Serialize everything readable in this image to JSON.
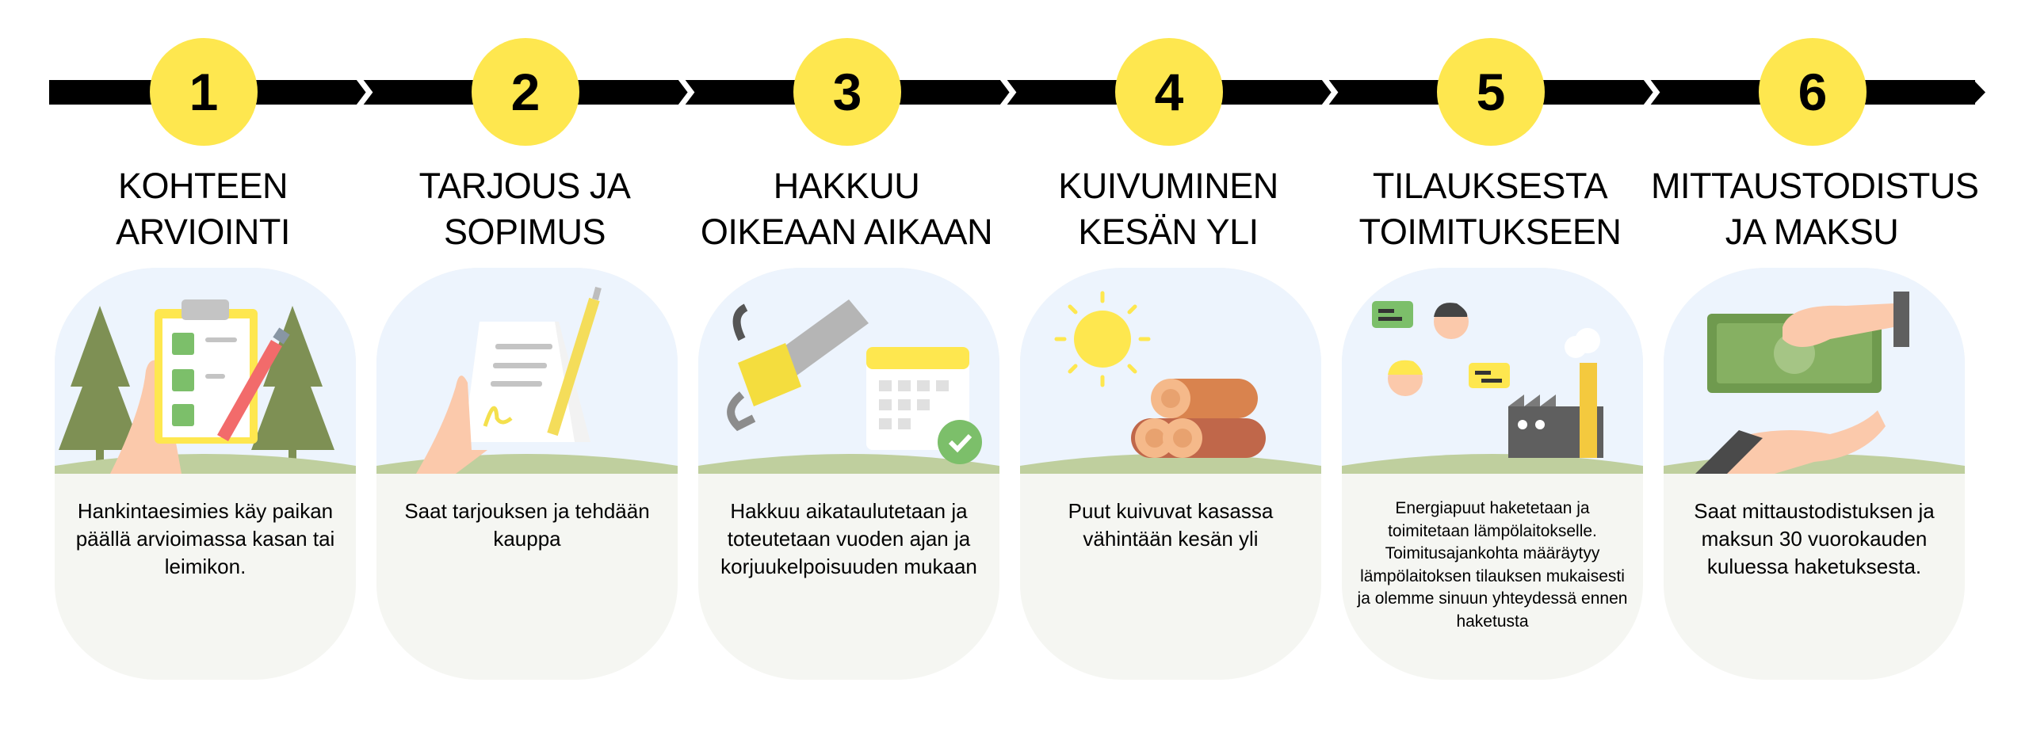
{
  "colors": {
    "bar": "#000000",
    "circle": "#FEE74F",
    "sky": "#EDF4FD",
    "ground": "#BFCF9E",
    "card": "#F5F6F2"
  },
  "steps": [
    {
      "number": "1",
      "title_lines": [
        "KOHTEEN",
        "ARVIOINTI"
      ],
      "description": "Hankintaesimies käy paikan päällä arvioimassa kasan tai leimikon.",
      "icon": "clipboard-checklist-forest-icon"
    },
    {
      "number": "2",
      "title_lines": [
        "TARJOUS JA",
        "SOPIMUS"
      ],
      "description": "Saat tarjouksen ja tehdään kauppa",
      "icon": "signed-contract-pen-icon"
    },
    {
      "number": "3",
      "title_lines": [
        "HAKKUU",
        "OIKEAAN AIKAAN"
      ],
      "description": "Hakkuu aikataulutetaan ja toteutetaan vuoden ajan ja korjuukelpoisuuden mukaan",
      "icon": "chainsaw-calendar-icon"
    },
    {
      "number": "4",
      "title_lines": [
        "KUIVUMINEN",
        "KESÄN YLI"
      ],
      "description": "Puut kuivuvat kasassa vähintään kesän yli",
      "icon": "sun-log-pile-icon"
    },
    {
      "number": "5",
      "title_lines": [
        "TILAUKSESTA",
        "TOIMITUKSEEN"
      ],
      "description": "Energiapuut haketetaan ja toimitetaan lämpölaitokselle. Toimitusajankohta määräytyy lämpölaitoksen tilauksen mukaisesti ja olemme sinuun yhteydessä ennen haketusta",
      "icon": "phone-call-factory-icon"
    },
    {
      "number": "6",
      "title_lines": [
        "MITTAUSTODISTUS",
        "JA MAKSU"
      ],
      "description": "Saat mittaustodistuksen ja maksun 30 vuorokauden kuluessa haketuksesta.",
      "icon": "money-payment-hands-icon"
    }
  ]
}
